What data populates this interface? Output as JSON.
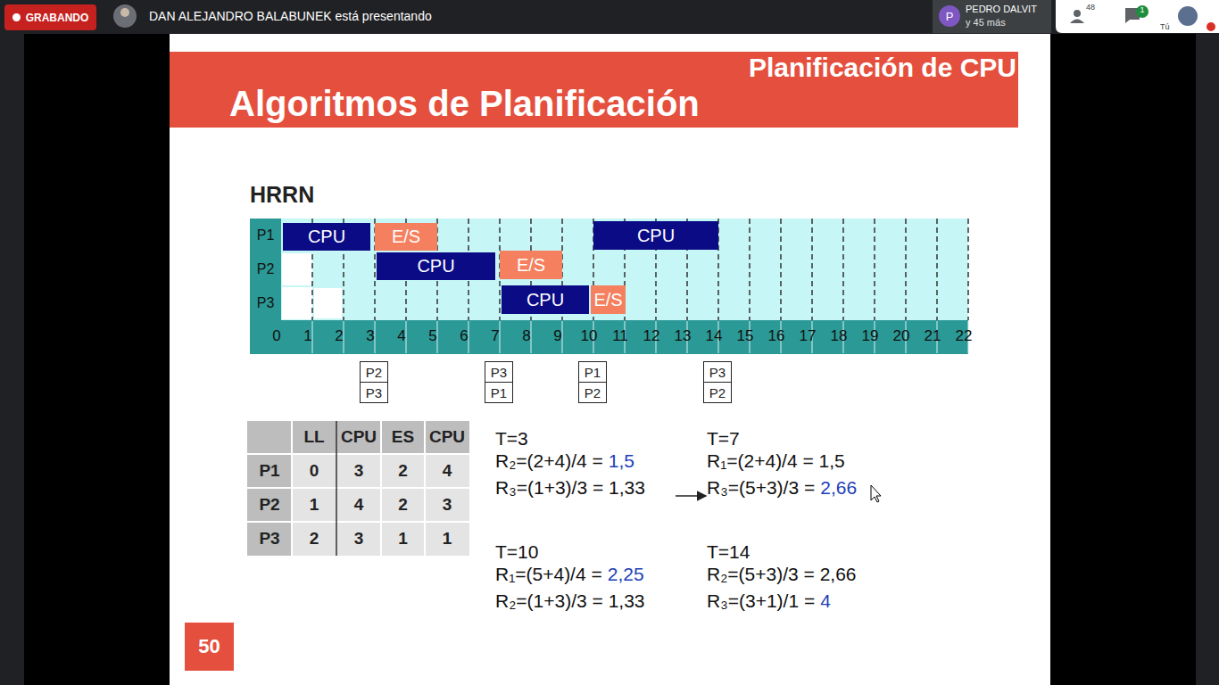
{
  "diagram": {
    "nodes": [
      {
        "text": [
          "GRABANDO"
        ]
      },
      {
        "text": [
          "PEDRO DALVIT",
          "y 45 más"
        ]
      },
      {
        "text": [
          "P"
        ],
        "in": 1
      },
      {
        "text": [
          "Planificación de CPU",
          "Algoritmos de Planificación"
        ]
      },
      {
        "text": [
          "P1"
        ]
      },
      {
        "text": [
          "P2"
        ]
      },
      {
        "text": [
          "P3"
        ]
      },
      {
        "text": [
          "CPU"
        ]
      },
      {
        "text": [
          "E/S"
        ]
      },
      {
        "text": [
          "CPU"
        ]
      },
      {
        "text": [
          "CPU"
        ]
      },
      {
        "text": [
          "E/S"
        ]
      },
      {
        "text": [
          "CPU"
        ]
      },
      {
        "text": [
          "E/S"
        ]
      },
      {
        "text": [
          "P2"
        ]
      },
      {
        "text": [
          "P3"
        ]
      },
      {
        "text": [
          "P3"
        ]
      },
      {
        "text": [
          "P1"
        ]
      },
      {
        "text": [
          "P1"
        ]
      },
      {
        "text": [
          "P2"
        ]
      },
      {
        "text": [
          "P3"
        ]
      },
      {
        "text": [
          "P2"
        ]
      },
      {
        "text": [
          "50"
        ]
      }
    ],
    "labels": [
      "DAN ALEJANDRO BALABUNEK está presentando",
      "48",
      "1",
      "Tú",
      "HRRN",
      "0",
      "1",
      "2",
      "3",
      "4",
      "5",
      "6",
      "7",
      "8",
      "9",
      "10",
      "11",
      "12",
      "13",
      "14",
      "15",
      "16",
      "17",
      "18",
      "19",
      "20",
      "21",
      "22",
      "LL",
      "CPU",
      "ES",
      "CPU",
      "P1",
      "0",
      "3",
      "2",
      "4",
      "P2",
      "1",
      "4",
      "2",
      "3",
      "P3",
      "2",
      "3",
      "1",
      "1",
      "T=3",
      "R₂=(2+4)/4 =",
      "1,5",
      "R₃=(1+3)/3 = 1,33",
      "T=7",
      "R₁=(2+4)/4 = 1,5",
      "R₃=(5+3)/3 =",
      "2,66",
      "T=10",
      "R₁=(5+4)/4 =",
      "2,25",
      "R₂=(1+3)/3 = 1,33",
      "T=14",
      "R₂=(5+3)/3 = 2,66",
      "R₃=(3+1)/1 =",
      "4"
    ]
  }
}
